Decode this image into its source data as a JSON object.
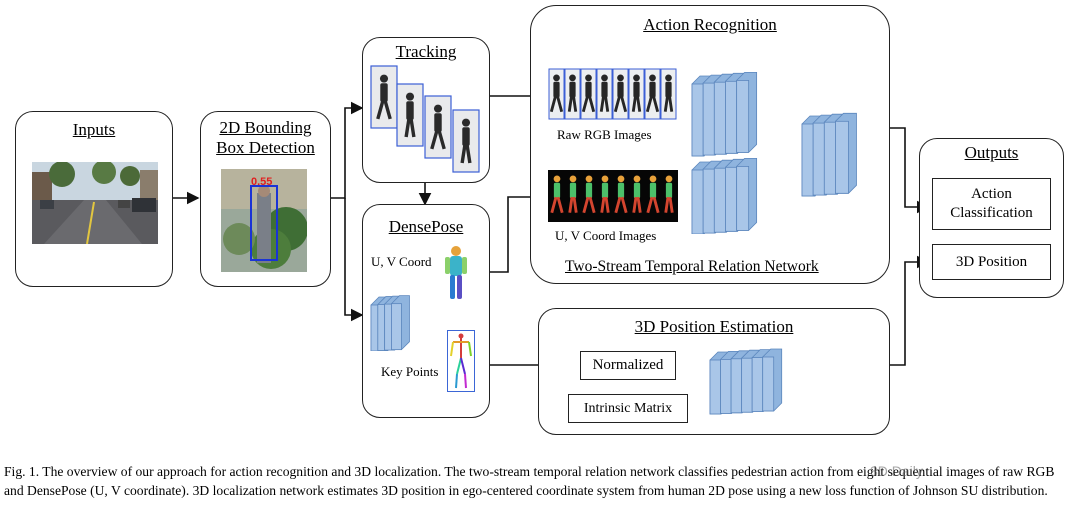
{
  "boxes": {
    "inputs": "Inputs",
    "bbox_line1": "2D Bounding",
    "bbox_line2": "Box Detection",
    "tracking": "Tracking",
    "densepose": "DensePose",
    "action_recognition": "Action Recognition",
    "outputs": "Outputs",
    "position_estimation": "3D Position Estimation"
  },
  "labels": {
    "raw_rgb": "Raw RGB Images",
    "uv_images": "U, V Coord Images",
    "uv_coord": "U, V Coord",
    "key_points": "Key Points",
    "trn": "Two-Stream Temporal Relation Network",
    "detection_score": "0.55"
  },
  "blocks": {
    "normalized": "Normalized",
    "intrinsic": "Intrinsic Matrix",
    "action_line1": "Action",
    "action_line2": "Classification",
    "position": "3D Position"
  },
  "caption": {
    "text": "Fig. 1.   The overview of our approach for action recognition and 3D localization. The two-stream temporal relation network classifies pedestrian action from eight sequential images of raw RGB and DensePose (U, V coordinate). 3D localization network estimates 3D position in ego-centered coordinate system from human 2D pose using a new loss function of Johnson SU distribution."
  },
  "watermark": "3D Daily",
  "colors": {
    "layer_fill": "#8fb4de",
    "layer_stroke": "#5b86bd",
    "bbox_blue": "#1a33d6",
    "score_red": "#e02020"
  }
}
